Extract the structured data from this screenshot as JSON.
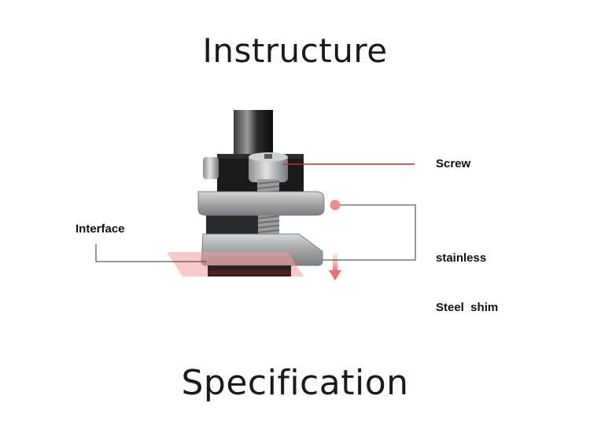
{
  "headings": {
    "top": "Instructure",
    "bottom": "Specification"
  },
  "callouts": {
    "screw": "Screw",
    "shim_line1": "stainless",
    "shim_line2": "Steel  shim",
    "interface": "Interface"
  },
  "colors": {
    "callout_red": "#d4262b",
    "leader_dark": "#333333",
    "marker_pink": "#f08a8a",
    "clamp_metal": "#a9aaab",
    "rod_black": "#1e1e1e"
  },
  "icons": {
    "marker": "pink-dot-icon",
    "direction": "down-arrow-icon"
  }
}
